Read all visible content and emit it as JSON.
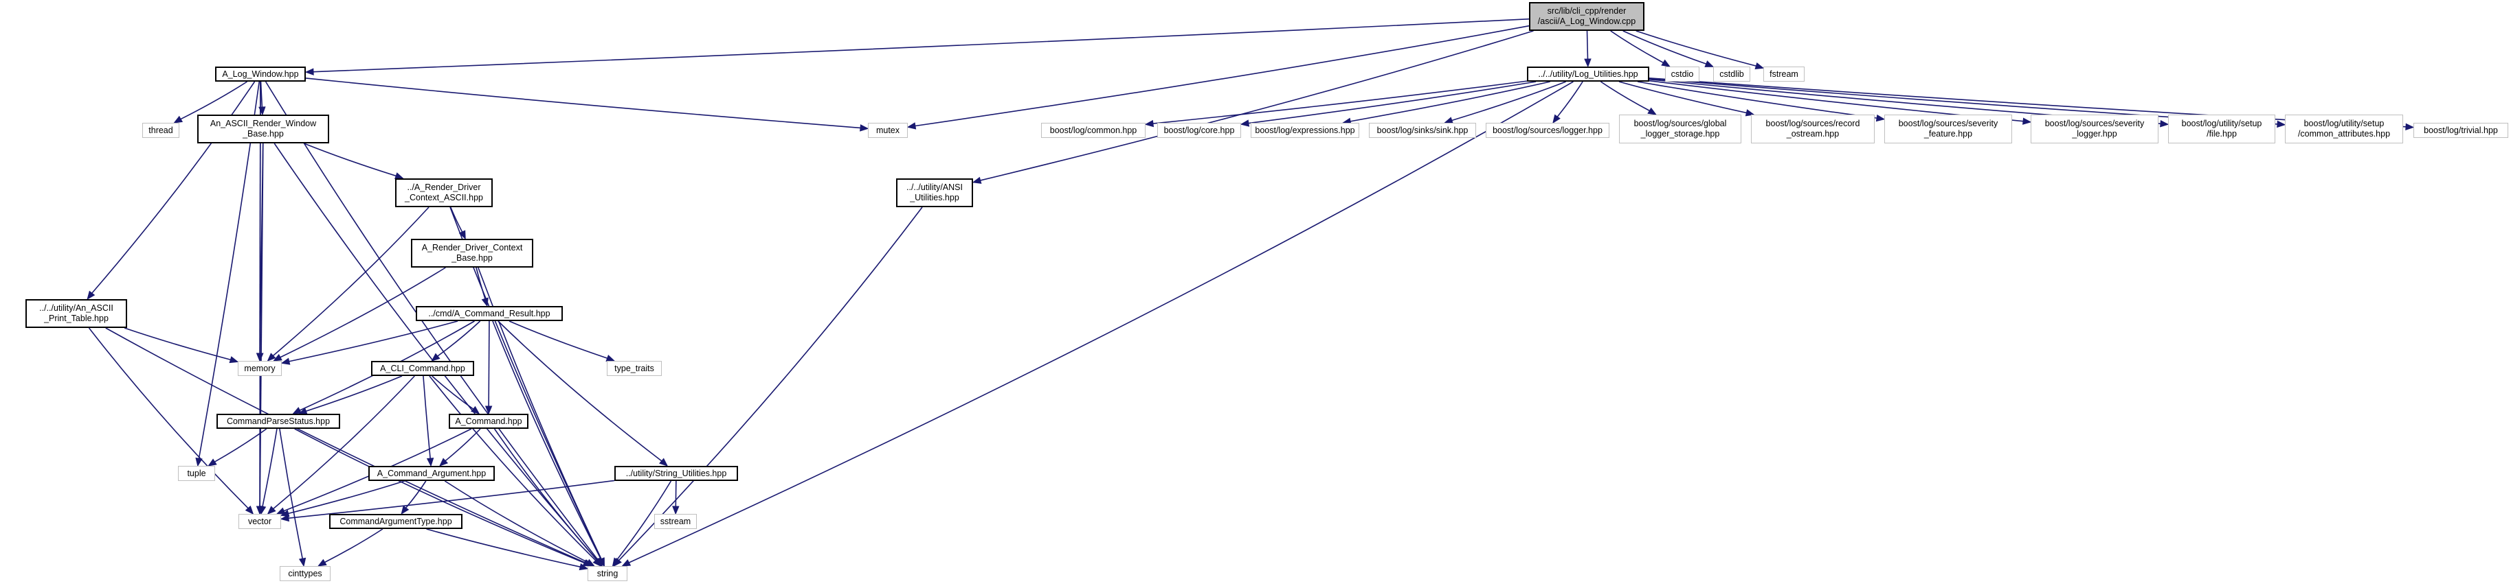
{
  "graph": {
    "edge_color": "#191970",
    "root_fill": "#bfbfbf",
    "external_border": "#bfbfbf",
    "nodes": {
      "root": {
        "label": "src/lib/cli_cpp/render\n/ascii/A_Log_Window.cpp",
        "kind": "root"
      },
      "log_window_hpp": {
        "label": "A_Log_Window.hpp",
        "kind": "file"
      },
      "mutex": {
        "label": "mutex",
        "kind": "external"
      },
      "log_utilities_hpp": {
        "label": "../../utility/Log_Utilities.hpp",
        "kind": "file"
      },
      "cstdio": {
        "label": "cstdio",
        "kind": "external"
      },
      "cstdlib": {
        "label": "cstdlib",
        "kind": "external"
      },
      "fstream": {
        "label": "fstream",
        "kind": "external"
      },
      "thread": {
        "label": "thread",
        "kind": "external"
      },
      "render_window_base": {
        "label": "An_ASCII_Render_Window\n_Base.hpp",
        "kind": "file"
      },
      "ansi_utilities": {
        "label": "../../utility/ANSI\n_Utilities.hpp",
        "kind": "file"
      },
      "render_driver_ascii": {
        "label": "../A_Render_Driver\n_Context_ASCII.hpp",
        "kind": "file"
      },
      "render_driver_base": {
        "label": "A_Render_Driver_Context\n_Base.hpp",
        "kind": "file"
      },
      "ascii_print_table": {
        "label": "../../utility/An_ASCII\n_Print_Table.hpp",
        "kind": "file"
      },
      "command_result": {
        "label": "../cmd/A_Command_Result.hpp",
        "kind": "file"
      },
      "memory": {
        "label": "memory",
        "kind": "external"
      },
      "type_traits": {
        "label": "type_traits",
        "kind": "external"
      },
      "cli_command": {
        "label": "A_CLI_Command.hpp",
        "kind": "file"
      },
      "command_parse_status": {
        "label": "CommandParseStatus.hpp",
        "kind": "file"
      },
      "a_command": {
        "label": "A_Command.hpp",
        "kind": "file"
      },
      "tuple": {
        "label": "tuple",
        "kind": "external"
      },
      "command_argument": {
        "label": "A_Command_Argument.hpp",
        "kind": "file"
      },
      "string_utilities": {
        "label": "../utility/String_Utilities.hpp",
        "kind": "file"
      },
      "vector": {
        "label": "vector",
        "kind": "external"
      },
      "sstream": {
        "label": "sstream",
        "kind": "external"
      },
      "command_argument_type": {
        "label": "CommandArgumentType.hpp",
        "kind": "file"
      },
      "cinttypes": {
        "label": "cinttypes",
        "kind": "external"
      },
      "string": {
        "label": "string",
        "kind": "external"
      },
      "boost_common": {
        "label": "boost/log/common.hpp",
        "kind": "external"
      },
      "boost_core": {
        "label": "boost/log/core.hpp",
        "kind": "external"
      },
      "boost_expressions": {
        "label": "boost/log/expressions.hpp",
        "kind": "external"
      },
      "boost_sink": {
        "label": "boost/log/sinks/sink.hpp",
        "kind": "external"
      },
      "boost_logger": {
        "label": "boost/log/sources/logger.hpp",
        "kind": "external"
      },
      "boost_global_logger": {
        "label": "boost/log/sources/global\n_logger_storage.hpp",
        "kind": "external"
      },
      "boost_record_ostream": {
        "label": "boost/log/sources/record\n_ostream.hpp",
        "kind": "external"
      },
      "boost_severity_feature": {
        "label": "boost/log/sources/severity\n_feature.hpp",
        "kind": "external"
      },
      "boost_severity_logger": {
        "label": "boost/log/sources/severity\n_logger.hpp",
        "kind": "external"
      },
      "boost_setup_file": {
        "label": "boost/log/utility/setup\n/file.hpp",
        "kind": "external"
      },
      "boost_common_attributes": {
        "label": "boost/log/utility/setup\n/common_attributes.hpp",
        "kind": "external"
      },
      "boost_trivial": {
        "label": "boost/log/trivial.hpp",
        "kind": "external"
      }
    },
    "edges": [
      [
        "root",
        "log_window_hpp"
      ],
      [
        "root",
        "mutex"
      ],
      [
        "root",
        "log_utilities_hpp"
      ],
      [
        "root",
        "cstdio"
      ],
      [
        "root",
        "cstdlib"
      ],
      [
        "root",
        "fstream"
      ],
      [
        "root",
        "ansi_utilities"
      ],
      [
        "log_window_hpp",
        "mutex"
      ],
      [
        "log_window_hpp",
        "thread"
      ],
      [
        "log_window_hpp",
        "render_window_base"
      ],
      [
        "log_window_hpp",
        "ascii_print_table"
      ],
      [
        "log_window_hpp",
        "memory"
      ],
      [
        "log_window_hpp",
        "tuple"
      ],
      [
        "log_window_hpp",
        "vector"
      ],
      [
        "log_window_hpp",
        "string"
      ],
      [
        "render_window_base",
        "render_driver_ascii"
      ],
      [
        "render_window_base",
        "memory"
      ],
      [
        "render_window_base",
        "vector"
      ],
      [
        "render_window_base",
        "string"
      ],
      [
        "render_driver_ascii",
        "render_driver_base"
      ],
      [
        "render_driver_ascii",
        "memory"
      ],
      [
        "render_driver_ascii",
        "string"
      ],
      [
        "render_driver_base",
        "command_result"
      ],
      [
        "render_driver_base",
        "memory"
      ],
      [
        "render_driver_base",
        "string"
      ],
      [
        "command_result",
        "cli_command"
      ],
      [
        "command_result",
        "a_command"
      ],
      [
        "command_result",
        "type_traits"
      ],
      [
        "command_result",
        "string_utilities"
      ],
      [
        "command_result",
        "memory"
      ],
      [
        "command_result",
        "command_parse_status"
      ],
      [
        "command_result",
        "string"
      ],
      [
        "cli_command",
        "command_parse_status"
      ],
      [
        "cli_command",
        "a_command"
      ],
      [
        "cli_command",
        "command_argument"
      ],
      [
        "cli_command",
        "vector"
      ],
      [
        "cli_command",
        "string"
      ],
      [
        "command_parse_status",
        "tuple"
      ],
      [
        "command_parse_status",
        "vector"
      ],
      [
        "command_parse_status",
        "cinttypes"
      ],
      [
        "command_parse_status",
        "string"
      ],
      [
        "a_command",
        "command_argument"
      ],
      [
        "a_command",
        "vector"
      ],
      [
        "a_command",
        "string"
      ],
      [
        "command_argument",
        "command_argument_type"
      ],
      [
        "command_argument",
        "string"
      ],
      [
        "command_argument",
        "vector"
      ],
      [
        "string_utilities",
        "sstream"
      ],
      [
        "string_utilities",
        "string"
      ],
      [
        "string_utilities",
        "vector"
      ],
      [
        "command_argument_type",
        "cinttypes"
      ],
      [
        "command_argument_type",
        "string"
      ],
      [
        "ascii_print_table",
        "memory"
      ],
      [
        "ascii_print_table",
        "vector"
      ],
      [
        "ascii_print_table",
        "string"
      ],
      [
        "ansi_utilities",
        "string"
      ],
      [
        "log_utilities_hpp",
        "boost_common"
      ],
      [
        "log_utilities_hpp",
        "boost_core"
      ],
      [
        "log_utilities_hpp",
        "boost_expressions"
      ],
      [
        "log_utilities_hpp",
        "boost_sink"
      ],
      [
        "log_utilities_hpp",
        "boost_logger"
      ],
      [
        "log_utilities_hpp",
        "boost_global_logger"
      ],
      [
        "log_utilities_hpp",
        "boost_record_ostream"
      ],
      [
        "log_utilities_hpp",
        "boost_severity_feature"
      ],
      [
        "log_utilities_hpp",
        "boost_severity_logger"
      ],
      [
        "log_utilities_hpp",
        "boost_setup_file"
      ],
      [
        "log_utilities_hpp",
        "boost_common_attributes"
      ],
      [
        "log_utilities_hpp",
        "boost_trivial"
      ],
      [
        "log_utilities_hpp",
        "string"
      ]
    ]
  }
}
